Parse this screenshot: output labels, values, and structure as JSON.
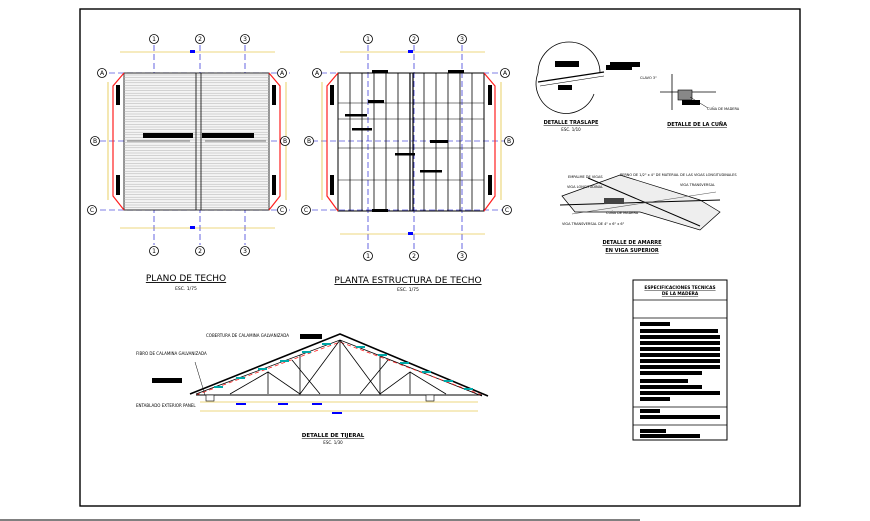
{
  "colors": {
    "frame": "#000000",
    "gridline": "#0000cc",
    "grid_marker": "#0000ff",
    "dimension": "#ff0000",
    "purlin": "#ff3333",
    "yellow_dims": "#d9b000",
    "cyan_tags": "#00a8a8",
    "gray_lines": "#777777"
  },
  "plano_techo": {
    "title": "PLANO DE TECHO",
    "scale": "ESC. 1/75",
    "axes_top": [
      "1",
      "2",
      "3"
    ],
    "axes_side": [
      "A",
      "B",
      "C"
    ]
  },
  "planta_estructura": {
    "title": "PLANTA ESTRUCTURA DE TECHO",
    "scale": "ESC. 1/75",
    "axes_top": [
      "1",
      "2",
      "3"
    ],
    "axes_side": [
      "A",
      "B",
      "C"
    ]
  },
  "detalle_traslape": {
    "title": "DETALLE TRASLAPE",
    "scale": "ESC. 1/10"
  },
  "detalle_cuna": {
    "title": "DETALLE DE LA CUÑA",
    "label_clavo": "CLAVO 3\"",
    "label_cuna": "CUÑA DE MADERA"
  },
  "detalle_amarre": {
    "title_line1": "DETALLE DE AMARRE",
    "title_line2": "EN VIGA SUPERIOR",
    "label_empalme": "EMPALME DE VIGAS",
    "label_perno": "PERNO DE 1/2\" x 4\" DE MATERIAL DE LAS VIGAS LONGITUDINALES",
    "label_viga_long": "VIGA LONGITUDINAL",
    "label_viga_trans": "VIGA TRANSVERSAL",
    "label_cuna": "CUÑA DE MADERA",
    "label_viga_trans2": "VIGA TRANSVERSAL DE 4\" x 6\" x 6\""
  },
  "detalle_tijeral": {
    "title": "DETALLE DE TIJERAL",
    "scale": "ESC. 1/30",
    "label_cobertura": "COBERTURA DE CALAMINA GALVANIZADA",
    "label_fibro": "FIBRO DE CALAMINA GALVANIZADA",
    "label_entablado": "ENTABLADO EXTERIOR PANEL"
  },
  "especificaciones": {
    "title_line1": "ESPECIFICACIONES TECNICAS",
    "title_line2": "DE LA MADERA"
  }
}
